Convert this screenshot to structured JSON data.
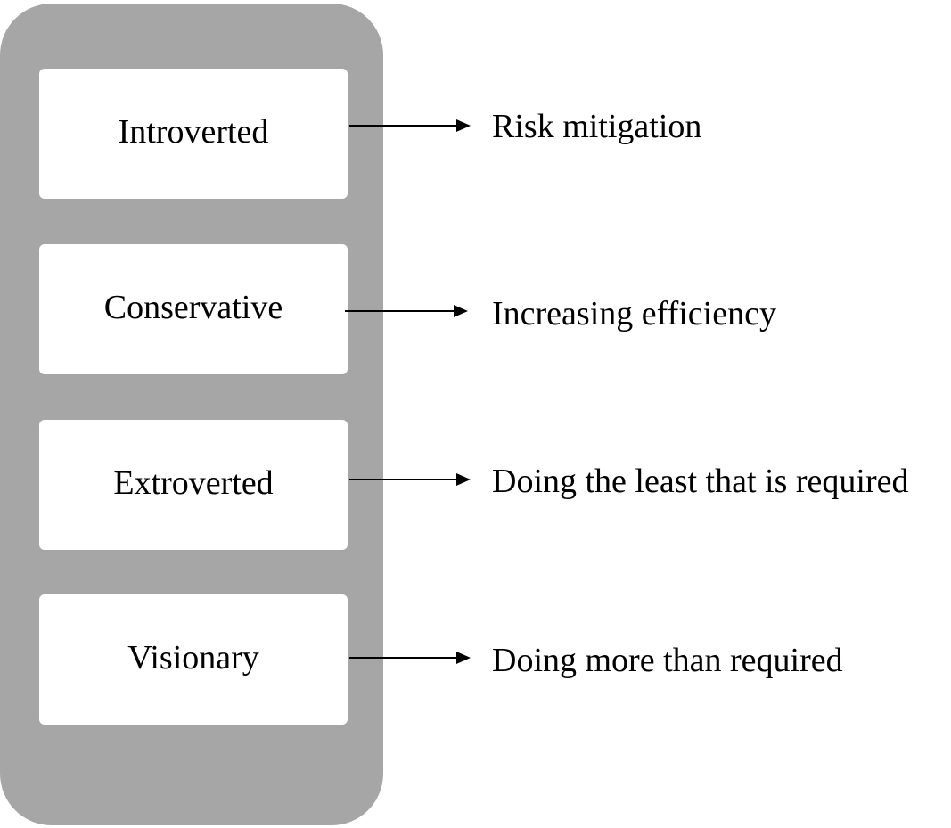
{
  "colors": {
    "panel": "#a6a6a6",
    "box": "#ffffff",
    "text": "#000000"
  },
  "rows": [
    {
      "type": "Introverted",
      "outcome": "Risk mitigation"
    },
    {
      "type": "Conservative",
      "outcome": "Increasing efficiency"
    },
    {
      "type": "Extroverted",
      "outcome": "Doing the least that is required"
    },
    {
      "type": "Visionary",
      "outcome": "Doing more than required"
    }
  ]
}
